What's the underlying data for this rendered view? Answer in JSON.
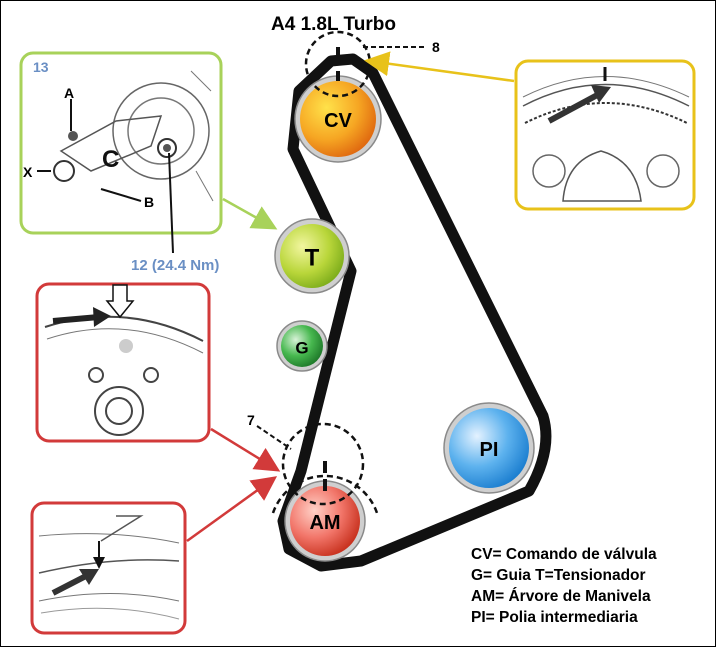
{
  "title": "A4 1.8L Turbo",
  "pulleys": {
    "cv": "CV",
    "t": "T",
    "g": "G",
    "am": "AM",
    "pi": "PI"
  },
  "marks": {
    "cam": "8",
    "crank": "7"
  },
  "tensioner_inset": {
    "step": "13",
    "a": "A",
    "b": "B",
    "c": "C",
    "x": "X",
    "torque": "12 (24.4 Nm)"
  },
  "legend": [
    "CV= Comando de válvula",
    "G= Guia T=Tensionador",
    "AM= Árvore de Manivela",
    "PI= Polia intermediaria"
  ],
  "colors": {
    "camshaft": "#f6a623",
    "tensioner": "#b9d63a",
    "guide": "#47b84f",
    "crankshaft": "#f2766a",
    "intermediate": "#5db2ee",
    "inset_yellow": "#e8c21a",
    "inset_green": "#a8d25a",
    "inset_red": "#d23a3a",
    "label_blue": "#6a8fc4"
  }
}
